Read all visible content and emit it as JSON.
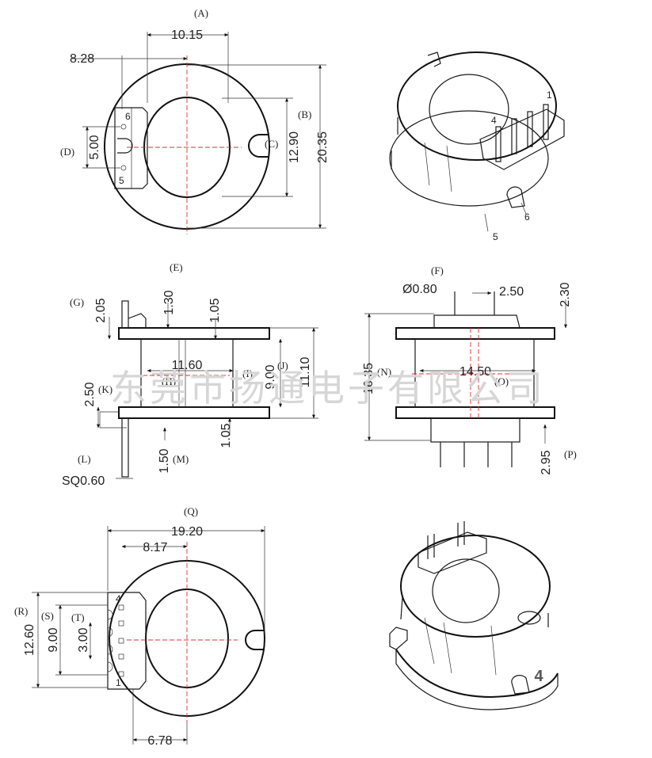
{
  "watermark": "东莞市扬通电子有限公司",
  "top_view": {
    "labels": {
      "A": "(A)",
      "B": "(B)",
      "C": "(C)",
      "D": "(D)"
    },
    "dims": {
      "a": "10.15",
      "b": "8.28",
      "c": "12.90",
      "d": "20.35",
      "e": "5.00"
    },
    "pins": {
      "p6": "6",
      "p5": "5"
    }
  },
  "iso_top": {
    "pins": {
      "p1": "1",
      "p4": "4",
      "p6": "6",
      "p5": "5"
    }
  },
  "side_view": {
    "labels": {
      "E": "(E)",
      "G": "(G)",
      "H": "(H)",
      "I": "(I)",
      "J": "(J)",
      "K": "(K)",
      "L": "(L)",
      "M": "(M)"
    },
    "dims": {
      "e": "1.30",
      "g": "2.05",
      "f": "1.05",
      "h": "11.60",
      "i": "9.00",
      "j": "11.10",
      "k": "2.50",
      "m": "1.50",
      "f2": "1.05",
      "l": "SQ0.60"
    }
  },
  "front_view": {
    "labels": {
      "F": "(F)",
      "N": "(N)",
      "O": "(O)",
      "P": "(P)"
    },
    "dims": {
      "dia": "Ø0.80",
      "pitch": "2.50",
      "pin": "2.30",
      "n": "16.35",
      "o": "14.50",
      "p": "2.95"
    }
  },
  "bottom_view": {
    "labels": {
      "Q": "(Q)",
      "R": "(R)",
      "S": "(S)",
      "T": "(T)"
    },
    "dims": {
      "q": "19.20",
      "q2": "8.17",
      "r": "12.60",
      "s": "9.00",
      "t": "3.00",
      "u": "6.78"
    },
    "pins": {
      "p4": "4",
      "p1": "1"
    }
  },
  "iso_bottom": {
    "mark": "4"
  }
}
